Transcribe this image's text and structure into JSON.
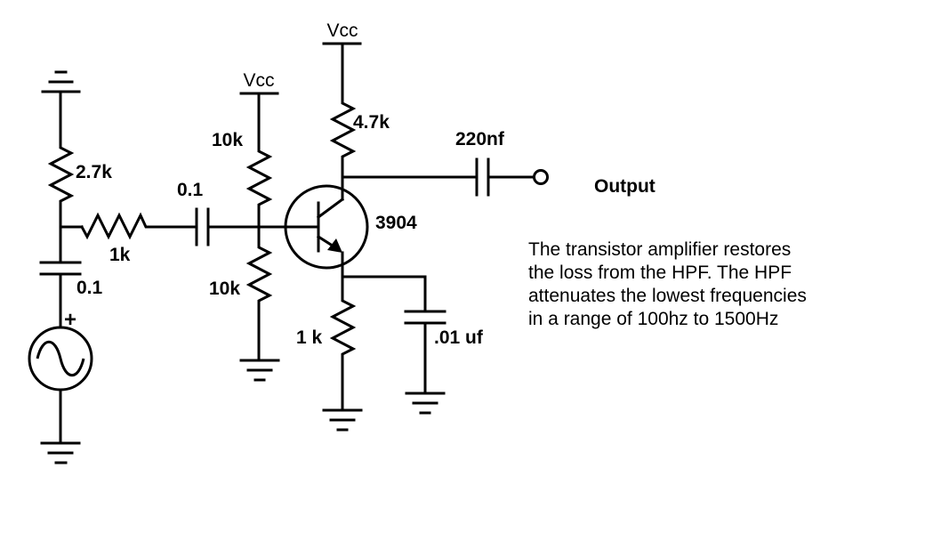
{
  "labels": {
    "vcc_base": "Vcc",
    "vcc_collector": "Vcc",
    "r_top_left": "2.7k",
    "r_series": "1k",
    "c_input": "0.1",
    "c_coupling": "0.1",
    "r_bias_top": "10k",
    "r_bias_bottom": "10k",
    "r_collector": "4.7k",
    "transistor": "3904",
    "c_output": "220nf",
    "output": "Output",
    "r_emitter": "1 k",
    "c_emitter": ".01 uf",
    "source_plus": "+"
  },
  "note": "The transistor amplifier restores\nthe loss from the HPF.  The HPF\nattenuates the lowest frequencies\nin a range of 100hz to 1500Hz"
}
